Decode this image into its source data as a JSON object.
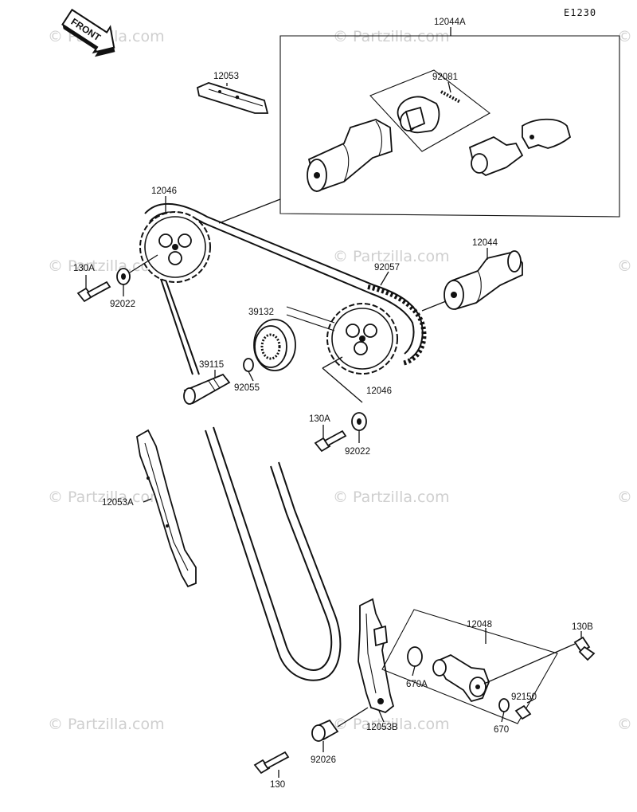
{
  "diagram_code": "E1230",
  "front_arrow_label": "FRONT",
  "watermark_text": "© Partzilla.com",
  "parts": [
    {
      "id": "12044A",
      "label": "12044A"
    },
    {
      "id": "12053",
      "label": "12053"
    },
    {
      "id": "92081",
      "label": "92081"
    },
    {
      "id": "12046_top",
      "label": "12046"
    },
    {
      "id": "130A_top",
      "label": "130A"
    },
    {
      "id": "92022_top",
      "label": "92022"
    },
    {
      "id": "92057",
      "label": "92057"
    },
    {
      "id": "12044",
      "label": "12044"
    },
    {
      "id": "39132",
      "label": "39132"
    },
    {
      "id": "39115",
      "label": "39115"
    },
    {
      "id": "92055",
      "label": "92055"
    },
    {
      "id": "12046_bottom",
      "label": "12046"
    },
    {
      "id": "130A_bottom",
      "label": "130A"
    },
    {
      "id": "92022_bottom",
      "label": "92022"
    },
    {
      "id": "12053A",
      "label": "12053A"
    },
    {
      "id": "12048",
      "label": "12048"
    },
    {
      "id": "130B",
      "label": "130B"
    },
    {
      "id": "670A",
      "label": "670A"
    },
    {
      "id": "92150",
      "label": "92150"
    },
    {
      "id": "670",
      "label": "670"
    },
    {
      "id": "12053B",
      "label": "12053B"
    },
    {
      "id": "92026",
      "label": "92026"
    },
    {
      "id": "130",
      "label": "130"
    }
  ]
}
